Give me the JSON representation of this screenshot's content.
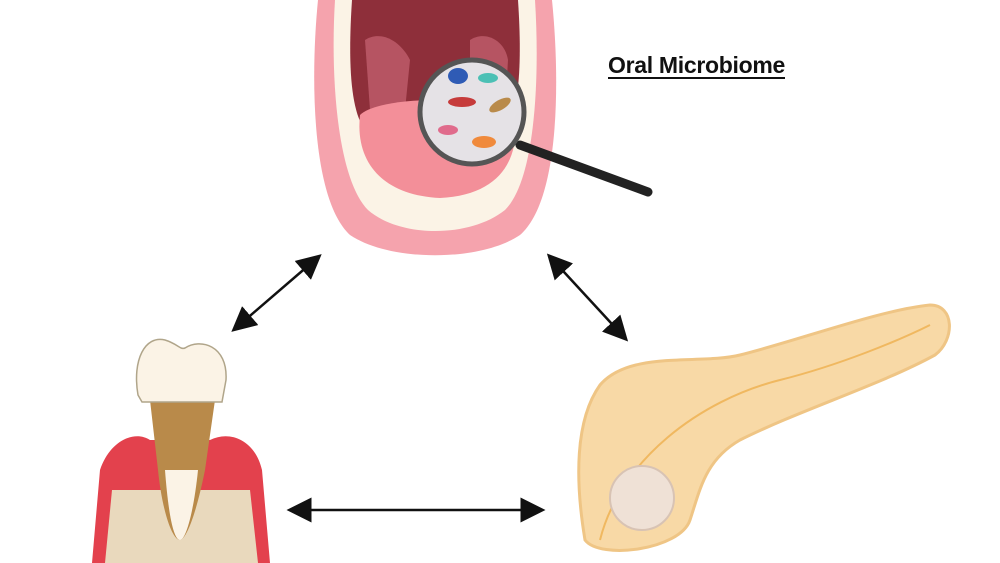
{
  "title": "Oral Microbiome",
  "colors": {
    "lip": "#f5a3ad",
    "mouth_dark": "#8e2f3a",
    "tongue": "#f38f99",
    "teeth": "#fbf3e6",
    "gum": "#e3414d",
    "bone": "#e9d9bd",
    "plaque": "#b98a4a",
    "pancreas": "#f8d9a6",
    "tumor": "#efe1d6",
    "arrow": "#111111"
  },
  "nodes": [
    "oral-cavity",
    "periodontal-tooth",
    "pancreas-tumor"
  ],
  "arrows": [
    "mouth-tooth",
    "mouth-pancreas",
    "tooth-pancreas"
  ]
}
